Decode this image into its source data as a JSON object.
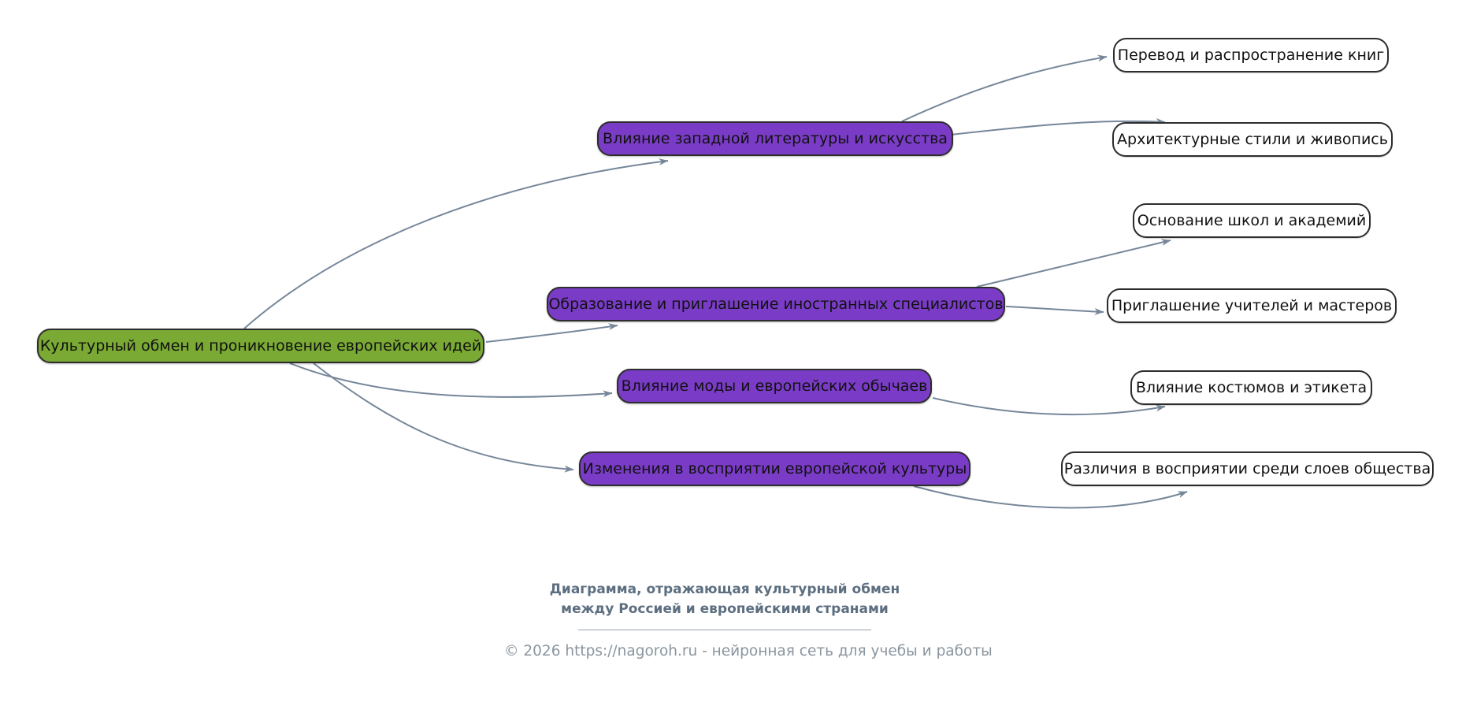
{
  "mindmap": {
    "root": {
      "label": "Культурный обмен и проникновение европейских идей"
    },
    "branches": [
      {
        "label": "Влияние западной литературы и искусства",
        "children": [
          {
            "label": "Перевод и распространение книг"
          },
          {
            "label": "Архитектурные стили и живопись"
          }
        ]
      },
      {
        "label": "Образование и приглашение иностранных специалистов",
        "children": [
          {
            "label": "Основание школ и академий"
          },
          {
            "label": "Приглашение учителей и мастеров"
          }
        ]
      },
      {
        "label": "Влияние моды и европейских обычаев",
        "children": [
          {
            "label": "Влияние костюмов и этикета"
          }
        ]
      },
      {
        "label": "Изменения в восприятии европейской культуры",
        "children": [
          {
            "label": "Различия в восприятии среди слоев общества"
          }
        ]
      }
    ]
  },
  "caption": {
    "title": "Диаграмма, отражающая культурный обмен между Россией и европейскими странами",
    "copyright": "© 2026 https://nagoroh.ru - нейронная сеть для учебы и работы"
  },
  "colors": {
    "background": "#ffffff",
    "root_fill": "#7aaa34",
    "branch_fill": "#7a3cc6",
    "leaf_fill": "#ffffff",
    "node_border": "#2d2d2d",
    "node_text": "#111111",
    "edge": "#76879a",
    "caption_text": "#5c6e80",
    "footer_text": "#8a959f",
    "divider": "#9aa4ad"
  }
}
